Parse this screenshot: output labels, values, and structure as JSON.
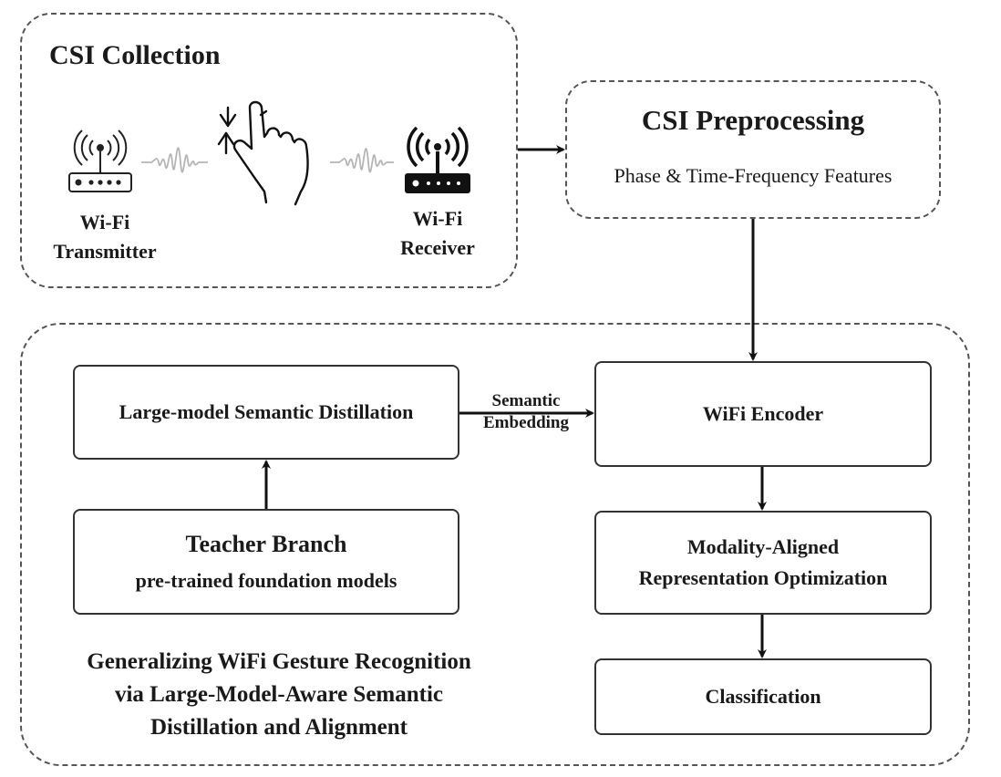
{
  "csi_collection": {
    "title": "CSI Collection",
    "transmitter_label_1": "Wi-Fi",
    "transmitter_label_2": "Transmitter",
    "receiver_label_1": "Wi-Fi",
    "receiver_label_2": "Receiver"
  },
  "csi_preprocessing": {
    "title": "CSI Preprocessing",
    "subtitle": "Phase & Time-Frequency Features"
  },
  "framework": {
    "distillation_box": "Large-model Semantic Distillation",
    "teacher_title": "Teacher Branch",
    "teacher_subtitle": "pre-trained foundation models",
    "edge_label_1": "Semantic",
    "edge_label_2": "Embedding",
    "encoder_box": "WiFi Encoder",
    "alignment_line_1": "Modality-Aligned",
    "alignment_line_2": "Representation Optimization",
    "classification_box": "Classification",
    "caption_line_1": "Generalizing WiFi Gesture Recognition",
    "caption_line_2": "via Large-Model-Aware Semantic",
    "caption_line_3": "Distillation and Alignment"
  }
}
